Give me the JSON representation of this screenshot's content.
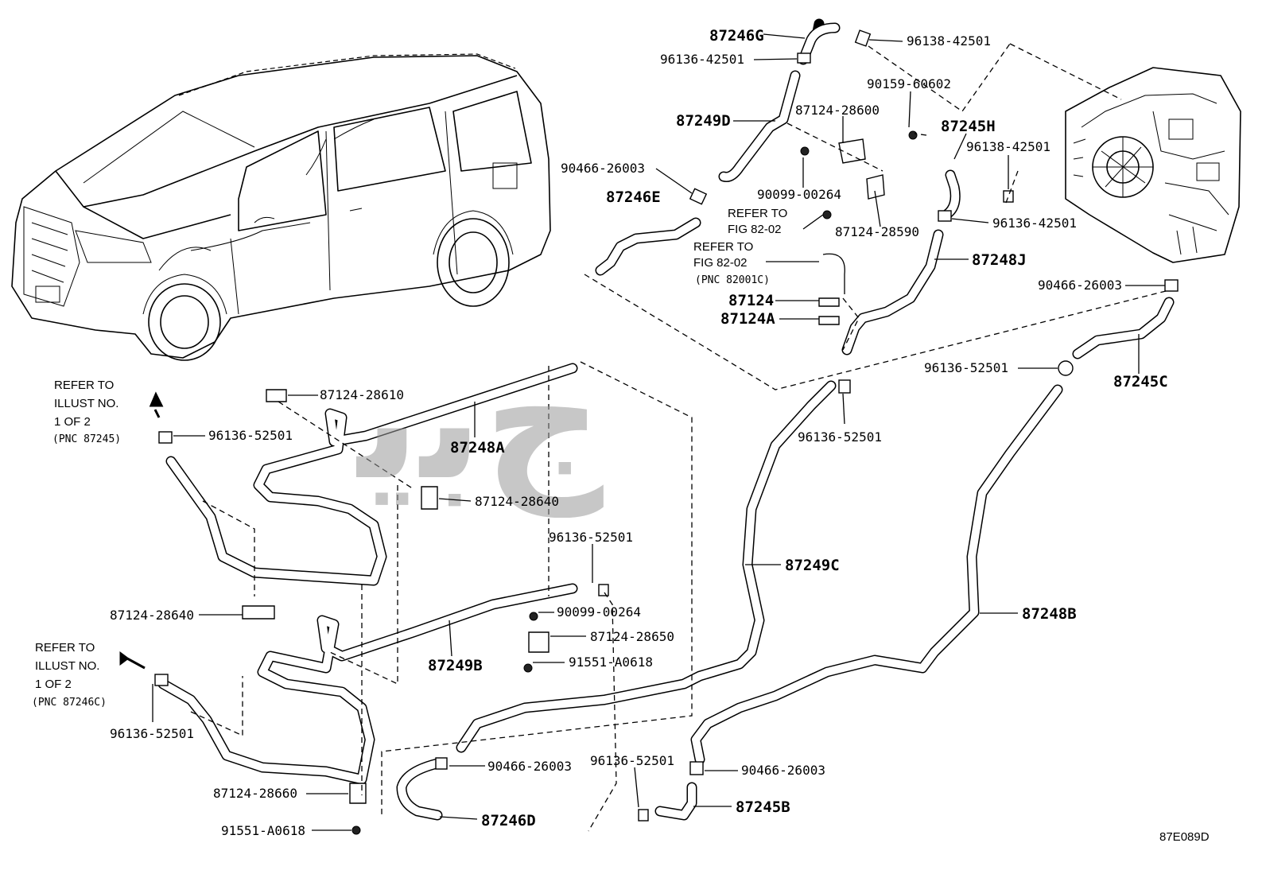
{
  "diagram": {
    "code": "87E089D",
    "watermark": "ﺝﺑﯾ",
    "parts": {
      "p87246G": "87246G",
      "p96138_42501_top": "96138-42501",
      "p96136_42501_top": "96136-42501",
      "p90159_60602": "90159-60602",
      "p87249D": "87249D",
      "p87124_28600": "87124-28600",
      "p87245H": "87245H",
      "p96138_42501_mid": "96138-42501",
      "p90466_26003_a": "90466-26003",
      "p87246E": "87246E",
      "p90099_00264_a": "90099-00264",
      "p87124_28590": "87124-28590",
      "p96136_42501_mid": "96136-42501",
      "p87248J": "87248J",
      "p87124": "87124",
      "p87124A": "87124A",
      "p90466_26003_b": "90466-26003",
      "p96136_52501_a": "96136-52501",
      "p87245C": "87245C",
      "p87124_28610": "87124-28610",
      "p87248A": "87248A",
      "p96136_52501_b": "96136-52501",
      "p96136_52501_c": "96136-52501",
      "p87124_28640_a": "87124-28640",
      "p96136_52501_d": "96136-52501",
      "p87249C": "87249C",
      "p90099_00264_b": "90099-00264",
      "p87124_28640_b": "87124-28640",
      "p87124_28650": "87124-28650",
      "p87248B": "87248B",
      "p87249B": "87249B",
      "p91551_A0618_a": "91551-A0618",
      "p96136_52501_e": "96136-52501",
      "p90466_26003_c": "90466-26003",
      "p96136_52501_f": "96136-52501",
      "p90466_26003_d": "90466-26003",
      "p87124_28660": "87124-28660",
      "p87245B": "87245B",
      "p91551_A0618_b": "91551-A0618",
      "p87246D": "87246D"
    },
    "refs": {
      "fig1_l1": "REFER TO",
      "fig1_l2": "FIG 82-02",
      "fig2_l1": "REFER TO",
      "fig2_l2": "FIG 82-02",
      "fig2_pnc": "(PNC 82001C)",
      "illA_l1": "REFER TO",
      "illA_l2": "ILLUST NO.",
      "illA_l3": "1 OF 2",
      "illA_pnc": "(PNC 87245)",
      "illB_l1": "REFER TO",
      "illB_l2": "ILLUST NO.",
      "illB_l3": "1 OF 2",
      "illB_pnc": "(PNC 87246C)"
    }
  }
}
